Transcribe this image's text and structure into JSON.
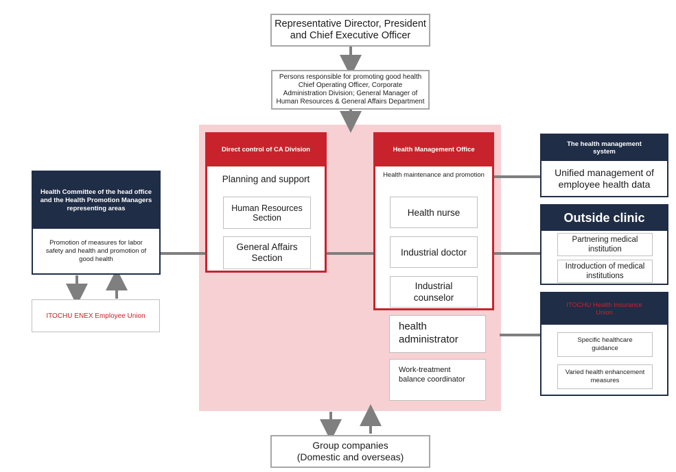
{
  "top": {
    "ceo": [
      "Representative Director, President",
      "and Chief Executive Officer"
    ],
    "health_promoters": [
      "Persons responsible for promoting good health",
      "Chief Operating Officer, Corporate",
      "Administration Division; General Manager of",
      "Human Resources & General Affairs Department"
    ]
  },
  "committee": {
    "header": [
      "Health Committee of the head office",
      "and the Health Promotion Managers",
      "representing areas"
    ],
    "body": [
      "Promotion of measures for labor",
      "safety and health and promotion of",
      "good health"
    ]
  },
  "union": {
    "label": "ITOCHU ENEX Employee Union"
  },
  "ca_division": {
    "header": "Direct control of CA Division",
    "subtitle": "Planning and support",
    "items": [
      [
        "Human Resources",
        "Section"
      ],
      [
        "General Affairs",
        "Section"
      ]
    ]
  },
  "health_office": {
    "header": "Health Management Office",
    "subtitle": "Health maintenance and promotion",
    "items": [
      [
        "Health nurse"
      ],
      [
        "Industrial doctor"
      ],
      [
        "Industrial",
        "counselor"
      ]
    ]
  },
  "extra_roles": [
    [
      "health",
      "administrator"
    ],
    [
      "Work-treatment",
      "balance coordinator"
    ]
  ],
  "system": {
    "header": [
      "The health management",
      "system"
    ],
    "body": [
      "Unified management of",
      "employee health data"
    ]
  },
  "clinic": {
    "header": "Outside clinic",
    "items": [
      [
        "Partnering medical",
        "institution"
      ],
      [
        "Introduction of medical",
        "institutions"
      ]
    ]
  },
  "insurance": {
    "header": [
      "ITOCHU Health Insurance",
      "Union"
    ],
    "items": [
      [
        "Specific healthcare",
        "guidance"
      ],
      [
        "Varied health enhancement",
        "measures"
      ]
    ]
  },
  "group": {
    "label": [
      "Group companies",
      "(Domestic and overseas)"
    ]
  },
  "colors": {
    "navy": "#1f2d47",
    "red": "#c8232c",
    "pink": "#f6d0d2",
    "gray": "#7f7f7f"
  }
}
